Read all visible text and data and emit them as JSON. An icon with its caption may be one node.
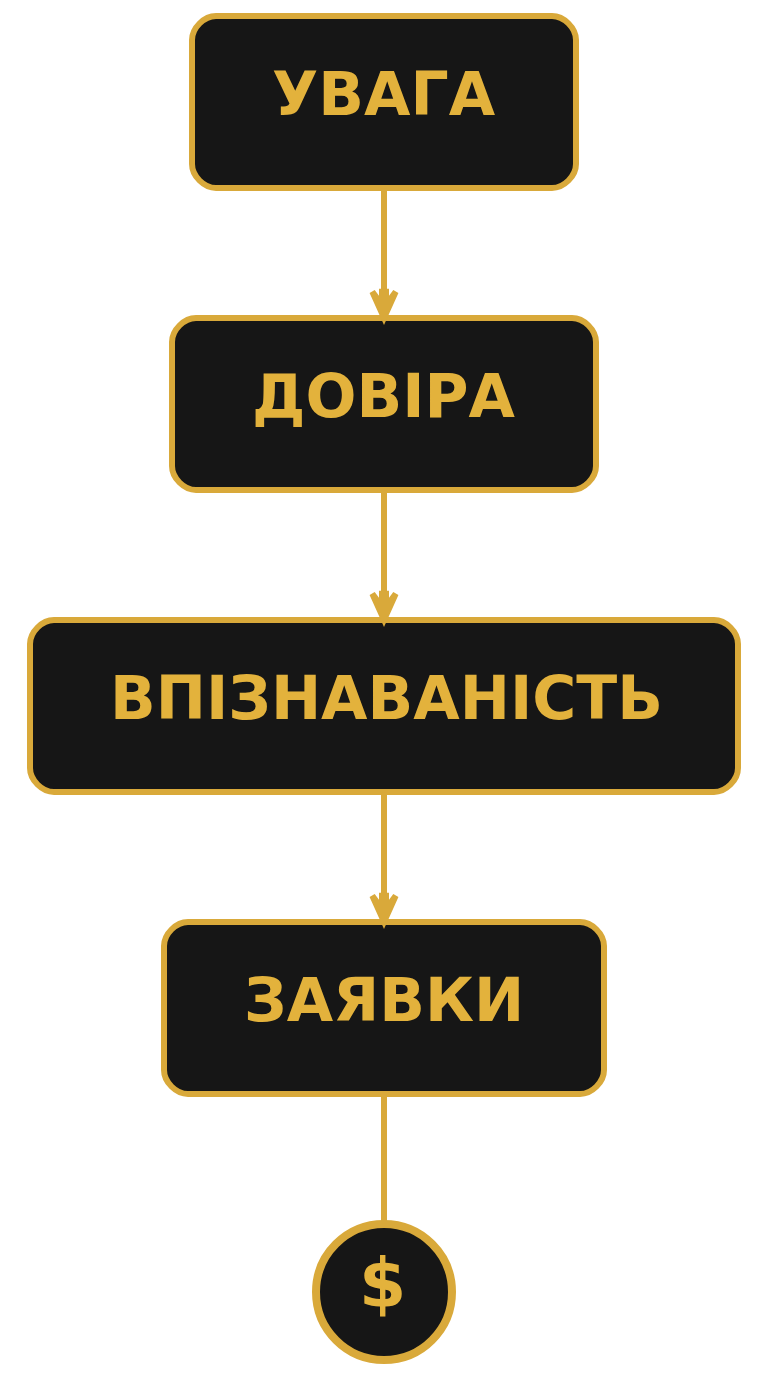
{
  "diagram": {
    "nodes": [
      {
        "text": [
          "УВАГА"
        ]
      },
      {
        "text": [
          "ДОВІРА"
        ]
      },
      {
        "text": [
          "ВПІЗНАВАНІСТЬ"
        ]
      },
      {
        "text": [
          "ЗАЯВКИ"
        ]
      },
      {
        "text": [
          "$"
        ]
      }
    ],
    "edges": [
      {
        "from": 0,
        "to": 1,
        "arrow": "to"
      },
      {
        "from": 1,
        "to": 2,
        "arrow": "to"
      },
      {
        "from": 2,
        "to": 3,
        "arrow": "to"
      },
      {
        "from": 3,
        "to": 4,
        "arrow": "none"
      }
    ]
  }
}
